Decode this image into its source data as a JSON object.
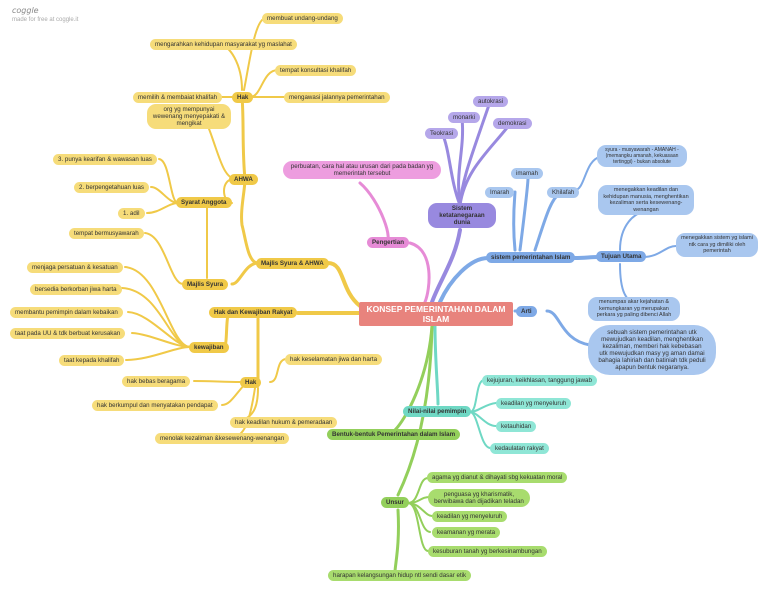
{
  "brand": {
    "logo": "coggle",
    "tagline": "made for free at coggle.it"
  },
  "root": "KONSEP PEMERINTAHAN DALAM ISLAM",
  "branches": {
    "hak_kewajiban": {
      "label": "Hak dan Kewajiban Rakyat",
      "kewajiban": {
        "label": "kewajiban",
        "items": [
          "menjaga persatuan & kesatuan",
          "bersedia berkorban jiwa harta",
          "membantu pemimpin dalam kebaikan",
          "taat pada UU & tdk berbuat kerusakan",
          "taat kepada khalifah"
        ]
      },
      "hak": {
        "label": "Hak",
        "items": [
          "hak keselamatan jiwa dan harta",
          "hak bebas beragama",
          "hak berkumpul dan menyatakan pendapat",
          "hak keadilan hukum & pemeradaan",
          "menolak kezaliman &kesewenang-wenangan"
        ]
      }
    },
    "majlis": {
      "label": "Majlis Syura & AHWA",
      "ahwa": {
        "label": "AHWA",
        "hak": {
          "label": "Hak",
          "items": [
            "membuat undang-undang",
            "mengarahkan kehidupan masyarakat yg maslahat",
            "tempat konsultasi khalifah",
            "mengawasi jalannya pemerintahan",
            "memilih & membaiat khalifah"
          ]
        },
        "desc": "org yg mempunyai wewenang menyepakati & mengikat"
      },
      "syarat": {
        "label": "Syarat Anggota",
        "items": [
          "3. punya kearifan & wawasan luas",
          "2. berpengetahuan luas",
          "1. adil"
        ]
      },
      "syura": {
        "label": "Majlis Syura",
        "items": [
          "tempat bermusyawarah"
        ]
      }
    },
    "pengertian": {
      "label": "Pengertian",
      "text": "perbuatan, cara hal atau urusan dari pada badan yg memerintah tersebut"
    },
    "sistem_ketatanegaraan": {
      "label": "Sistem ketatanegaraan dunia",
      "items": [
        "autokrasi",
        "monarki",
        "demokrasi",
        "Teokrasi"
      ]
    },
    "sistem_pemerintahan": {
      "label": "sistem pemerintahan Islam",
      "items": [
        "imamah",
        "Imarah",
        "Khilafah"
      ],
      "khilafah_desc": "syura - musyawarah - AMANAH - (memangku amanah, kekuasaan tertinggi) - bukan absolute"
    },
    "tujuan": {
      "label": "Tujuan Utama",
      "items": [
        "menegakkan keadilan dan kehidupan manusia, menghentikan kezaliman serta kesewenang-wenangan",
        "menegakkan sistem yg islami ntk cara yg dimiliki oleh pemerintah",
        "menumpas akar kejahatan & kemungkaran yg merupakan perkara yg paling dibenci Allah"
      ]
    },
    "arti": {
      "label": "Arti",
      "text": "sebuah sistem pemerintahan utk mewujudkan keadilan, menghentikan kezaliman, memberi hak kebebasan utk mewujudkan masy yg aman damai bahagia lahiriah dan batiniah tdk peduli apapun bentuk negaranya."
    },
    "nilai": {
      "label": "Nilai-nilai pemimpin",
      "items": [
        "kejujuran, keikhlasan, tanggung jawab",
        "keadilan yg menyeluruh",
        "ketauhidan",
        "kedaulatan rakyat"
      ]
    },
    "bentuk": {
      "label": "Bentuk-bentuk Pemerintahan dalam Islam"
    },
    "unsur": {
      "label": "Unsur",
      "items": [
        "agama yg dianut & dihayati sbg kekuatan moral",
        "penguasa yg kharismatik, berwibawa dan dijadikan teladan",
        "keadilan yg menyeluruh",
        "keamanan yg merata",
        "kesuburan tanah yg berkesinambungan",
        "harapan kelangsungan hidup ntl sendi dasar etik"
      ]
    }
  },
  "colors": {
    "yellow": "#f0c948",
    "green": "#93cf5b",
    "teal": "#6fd8c4",
    "blue": "#7ea9e6",
    "purple": "#9889df",
    "pink": "#e68bd6",
    "root": "#e8837d"
  }
}
